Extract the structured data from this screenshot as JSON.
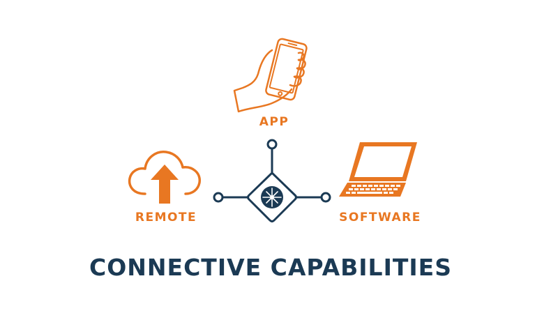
{
  "title": "CONNECTIVE CAPABILITIES",
  "nodes": {
    "app": {
      "label": "APP",
      "icon": "hand-phone-icon"
    },
    "remote": {
      "label": "REMOTE",
      "icon": "cloud-upload-icon"
    },
    "software": {
      "label": "SOFTWARE",
      "icon": "laptop-icon"
    }
  },
  "hub": {
    "icon": "connector-hub-icon"
  },
  "colors": {
    "accent": "#e87722",
    "navy": "#1b3a54"
  }
}
